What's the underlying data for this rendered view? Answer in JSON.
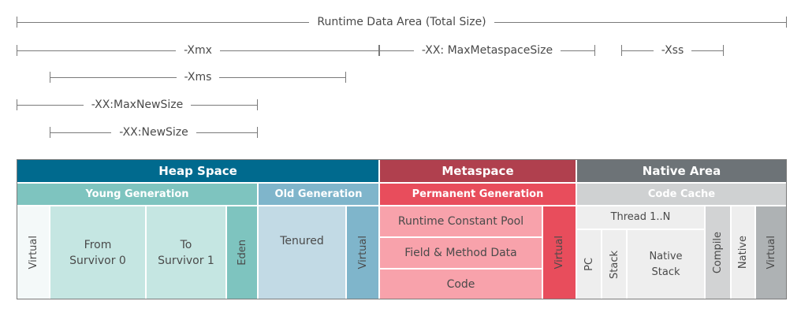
{
  "dimensions": {
    "total": "Runtime Data Area (Total Size)",
    "xmx": "-Xmx",
    "max_metaspace": "-XX: MaxMetaspaceSize",
    "xss": "-Xss",
    "xms": "-Xms",
    "max_new_size": "-XX:MaxNewSize",
    "new_size": "-XX:NewSize"
  },
  "heap": {
    "title": "Heap Space",
    "young": {
      "title": "Young Generation",
      "virtual": "Virtual",
      "from_survivor_1": "From",
      "from_survivor_2": "Survivor 0",
      "to_survivor_1": "To",
      "to_survivor_2": "Survivor 1",
      "eden": "Eden"
    },
    "old": {
      "title": "Old Generation",
      "tenured": "Tenured",
      "virtual": "Virtual"
    }
  },
  "metaspace": {
    "title": "Metaspace",
    "permanent": "Permanent Generation",
    "runtime_constant_pool": "Runtime Constant Pool",
    "field_method_data": "Field & Method Data",
    "code": "Code",
    "virtual": "Virtual"
  },
  "native": {
    "title": "Native Area",
    "code_cache": "Code Cache",
    "thread": "Thread 1..N",
    "pc": "PC",
    "stack": "Stack",
    "native_stack_1": "Native",
    "native_stack_2": "Stack",
    "compile": "Compile",
    "native": "Native",
    "virtual": "Virtual"
  },
  "colors": {
    "heap_header": "#006a8e",
    "young_header": "#7ec4bf",
    "old_header": "#7fb5cb",
    "young_virtual": "#f4f9f9",
    "survivor": "#c5e6e2",
    "eden": "#7ec4bf",
    "tenured": "#c2dae5",
    "old_virtual": "#7fb5cb",
    "metaspace_header": "#b0404e",
    "permanent_header": "#e84d5c",
    "perm_body": "#f8a2ab",
    "perm_virtual": "#e84d5c",
    "native_header": "#6d7377",
    "code_cache_header": "#cfd1d2",
    "native_light": "#eeeeee",
    "native_mid": "#d2d3d4",
    "native_virtual": "#aeb2b4"
  }
}
